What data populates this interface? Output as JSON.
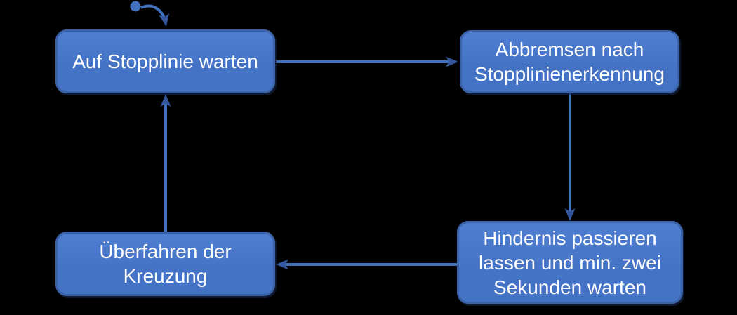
{
  "diagram": {
    "type": "state-machine-flowchart",
    "language": "de",
    "colors": {
      "background": "#000000",
      "node_fill": "#4472C4",
      "node_fill_top": "#4F7ED1",
      "node_border": "#3B62A6",
      "node_text": "#FFFFFF",
      "connector": "#4170BE",
      "arrowhead": "#35579D"
    },
    "nodes": [
      {
        "id": "auf-stopplinie-warten",
        "label": "Auf Stopplinie warten"
      },
      {
        "id": "abbremsen-nach-stopplinienerkennung",
        "label": "Abbremsen nach\nStopplinienerkennung"
      },
      {
        "id": "hindernis-passieren-lassen",
        "label": "Hindernis passieren\nlassen und min. zwei\nSekunden warten"
      },
      {
        "id": "ueberfahren-der-kreuzung",
        "label": "Überfahren der\nKreuzung"
      }
    ],
    "edges": [
      {
        "from": "start",
        "to": "auf-stopplinie-warten",
        "style": "initial-state-arrow"
      },
      {
        "from": "auf-stopplinie-warten",
        "to": "abbremsen-nach-stopplinienerkennung"
      },
      {
        "from": "abbremsen-nach-stopplinienerkennung",
        "to": "hindernis-passieren-lassen"
      },
      {
        "from": "hindernis-passieren-lassen",
        "to": "ueberfahren-der-kreuzung"
      },
      {
        "from": "ueberfahren-der-kreuzung",
        "to": "auf-stopplinie-warten"
      }
    ]
  }
}
